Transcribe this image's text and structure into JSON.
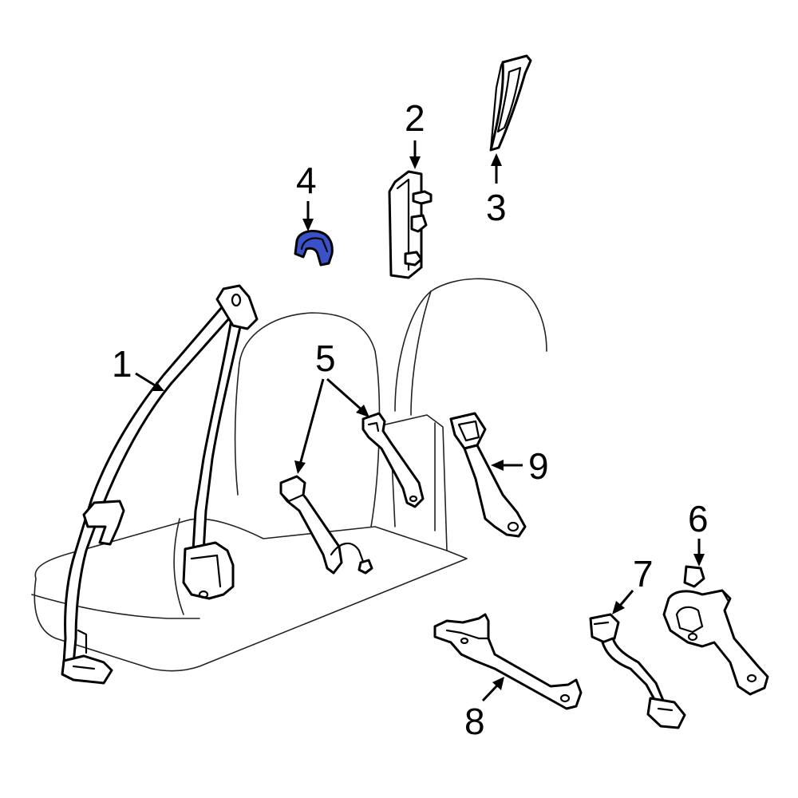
{
  "callouts": [
    {
      "id": "1",
      "label": "1"
    },
    {
      "id": "2",
      "label": "2"
    },
    {
      "id": "3",
      "label": "3"
    },
    {
      "id": "4",
      "label": "4"
    },
    {
      "id": "5",
      "label": "5"
    },
    {
      "id": "6",
      "label": "6"
    },
    {
      "id": "7",
      "label": "7"
    },
    {
      "id": "8",
      "label": "8"
    },
    {
      "id": "9",
      "label": "9"
    }
  ],
  "colors": {
    "highlight": "#3a52c8",
    "line": "#000000",
    "background": "#ffffff"
  }
}
